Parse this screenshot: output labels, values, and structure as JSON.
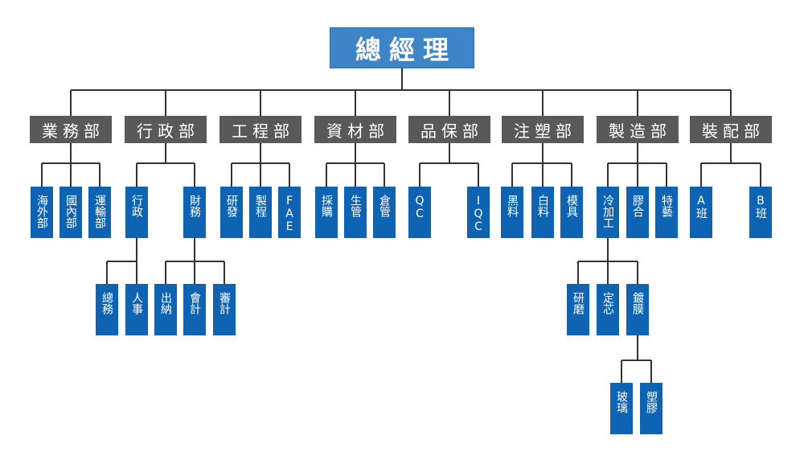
{
  "title": "總經理",
  "line_color": "#333333",
  "colors": {
    "root": "#3d85c6",
    "department": "#595959",
    "unit": "#0e63b3"
  },
  "departments": [
    {
      "name": "業務部",
      "children": [
        {
          "name": "海外部"
        },
        {
          "name": "國內部"
        },
        {
          "name": "運輸部"
        }
      ]
    },
    {
      "name": "行政部",
      "children": [
        {
          "name": "行政",
          "children": [
            {
              "name": "總務"
            },
            {
              "name": "人事"
            }
          ]
        },
        {
          "name": "財務",
          "children": [
            {
              "name": "出納"
            },
            {
              "name": "會計"
            },
            {
              "name": "審計"
            }
          ]
        }
      ]
    },
    {
      "name": "工程部",
      "children": [
        {
          "name": "研發"
        },
        {
          "name": "製程"
        },
        {
          "name": "FAE"
        }
      ]
    },
    {
      "name": "資材部",
      "children": [
        {
          "name": "採購"
        },
        {
          "name": "生管"
        },
        {
          "name": "倉管"
        }
      ]
    },
    {
      "name": "品保部",
      "children": [
        {
          "name": "QC"
        },
        {
          "name": "IQC"
        }
      ]
    },
    {
      "name": "注塑部",
      "children": [
        {
          "name": "黑料"
        },
        {
          "name": "白料"
        },
        {
          "name": "模具"
        }
      ]
    },
    {
      "name": "製造部",
      "children": [
        {
          "name": "冷加工",
          "children": [
            {
              "name": "研磨"
            },
            {
              "name": "定芯"
            },
            {
              "name": "鍍膜",
              "children": [
                {
                  "name": "玻璃"
                },
                {
                  "name": "塑膠"
                }
              ]
            }
          ]
        },
        {
          "name": "膠合"
        },
        {
          "name": "特藝"
        }
      ]
    },
    {
      "name": "裝配部",
      "children": [
        {
          "name": "A班"
        },
        {
          "name": "B班"
        }
      ]
    }
  ]
}
